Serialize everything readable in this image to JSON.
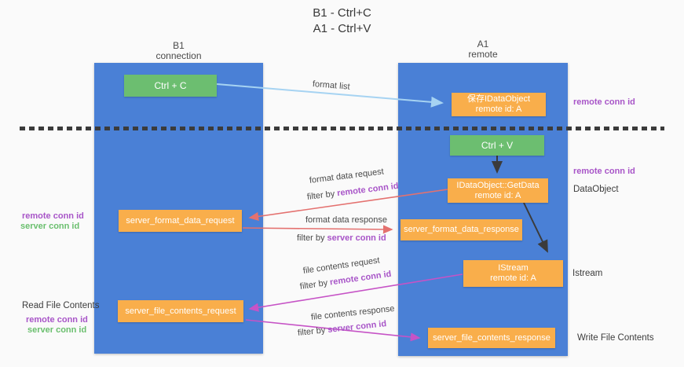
{
  "title": {
    "line1": "B1 - Ctrl+C",
    "line2": "A1 - Ctrl+V"
  },
  "columns": {
    "left": {
      "name": "B1",
      "subtitle": "connection"
    },
    "right": {
      "name": "A1",
      "subtitle": "remote"
    }
  },
  "boxes": {
    "ctrl_c": {
      "label": "Ctrl + C"
    },
    "save_idataobject": {
      "line1": "保存IDataObject",
      "line2": "remote id: A"
    },
    "ctrl_v": {
      "label": "Ctrl + V"
    },
    "getdata": {
      "line1": "IDataObject::GetData",
      "line2": "remote id: A"
    },
    "format_request": {
      "label": "server_format_data_request"
    },
    "format_response": {
      "label": "server_format_data_response"
    },
    "istream": {
      "line1": "IStream",
      "line2": "remote id: A"
    },
    "file_request": {
      "label": "server_file_contents_request"
    },
    "file_response": {
      "label": "server_file_contents_response"
    }
  },
  "flows": {
    "format_list": {
      "label": "format list"
    },
    "format_request": {
      "label": "format data request",
      "filter_prefix": "filter by ",
      "filter_key": "remote conn id"
    },
    "format_response": {
      "label": "format data response",
      "filter_prefix": "filter by ",
      "filter_key": "server conn id"
    },
    "file_request": {
      "label": "file contents request",
      "filter_prefix": "filter by ",
      "filter_key": "remote conn id"
    },
    "file_response": {
      "label": "file contents response",
      "filter_prefix": "filter by ",
      "filter_key": "server conn id"
    }
  },
  "annotations": {
    "right_remote_conn_top": "remote conn id",
    "right_remote_conn_mid": "remote conn id",
    "dataobject": "DataObject",
    "istream": "Istream",
    "write_file_contents": "Write File Contents",
    "left_remote_conn_top": "remote conn id",
    "left_server_conn_top": "server conn id",
    "read_file_contents": "Read File Contents",
    "left_remote_conn_bottom": "remote conn id",
    "left_server_conn_bottom": "server conn id"
  },
  "colors": {
    "column_blue": "#4a80d6",
    "box_orange": "#f9ae4b",
    "box_green": "#6cbe70",
    "purple_text": "#a855c8",
    "green_text": "#6abf6e",
    "red_arrow": "#e4716f",
    "magenta_arrow": "#c653c6",
    "lightblue_arrow": "#a6d3f2",
    "dash_line": "#3b3b3b"
  }
}
